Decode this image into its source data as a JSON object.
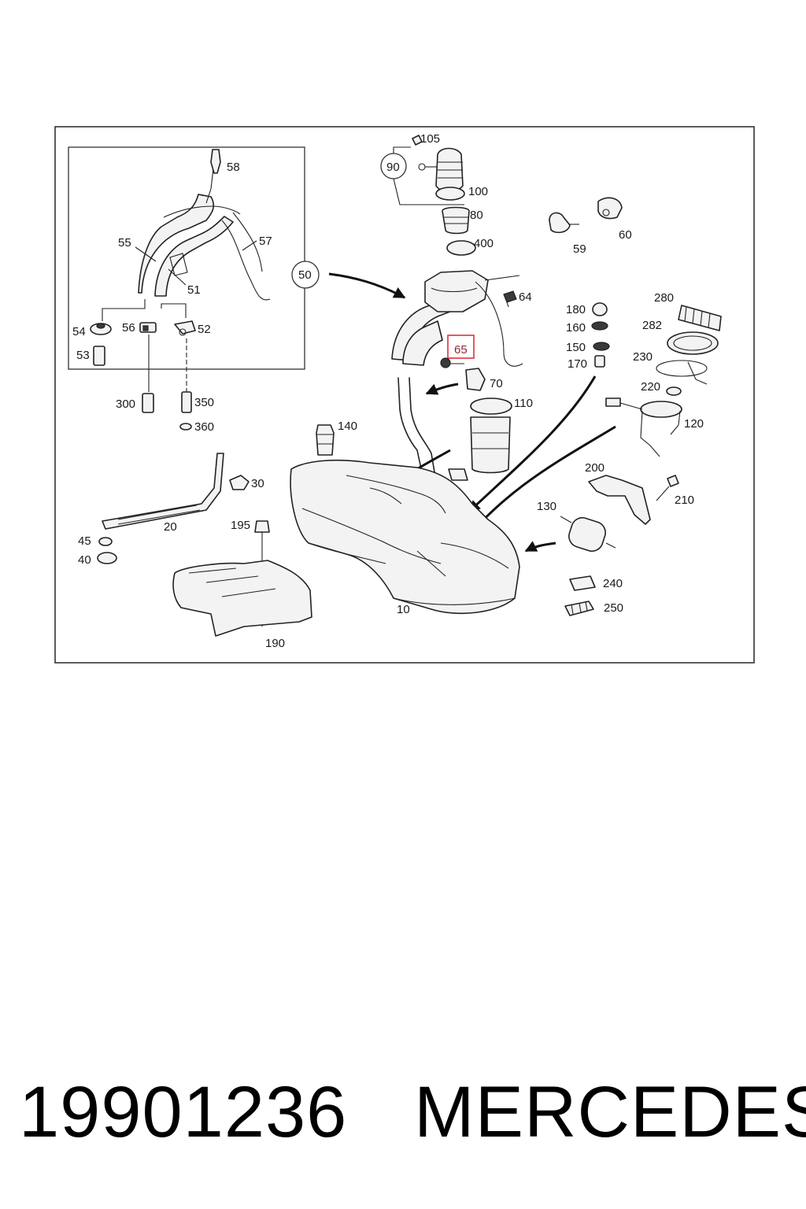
{
  "callouts": {
    "c105": "105",
    "c90": "90",
    "c100": "100",
    "c80": "80",
    "c400": "400",
    "c59": "59",
    "c60": "60",
    "c58": "58",
    "c57": "57",
    "c55": "55",
    "c51": "51",
    "c50": "50",
    "c54": "54",
    "c56": "56",
    "c52": "52",
    "c53": "53",
    "c300": "300",
    "c350": "350",
    "c360": "360",
    "c64": "64",
    "c65": "65",
    "c70": "70",
    "c180": "180",
    "c160": "160",
    "c150": "150",
    "c170": "170",
    "c280": "280",
    "c282": "282",
    "c230": "230",
    "c220": "220",
    "c110": "110",
    "c140": "140",
    "c120": "120",
    "c30": "30",
    "c20": "20",
    "c195": "195",
    "c45": "45",
    "c40": "40",
    "c200": "200",
    "c210": "210",
    "c130": "130",
    "c240": "240",
    "c250": "250",
    "c10": "10",
    "c190": "190"
  },
  "highlighted_part": "65",
  "highlight_color": "#e0303a",
  "footer": {
    "part_number": "19901236",
    "brand": "MERCEDES"
  }
}
